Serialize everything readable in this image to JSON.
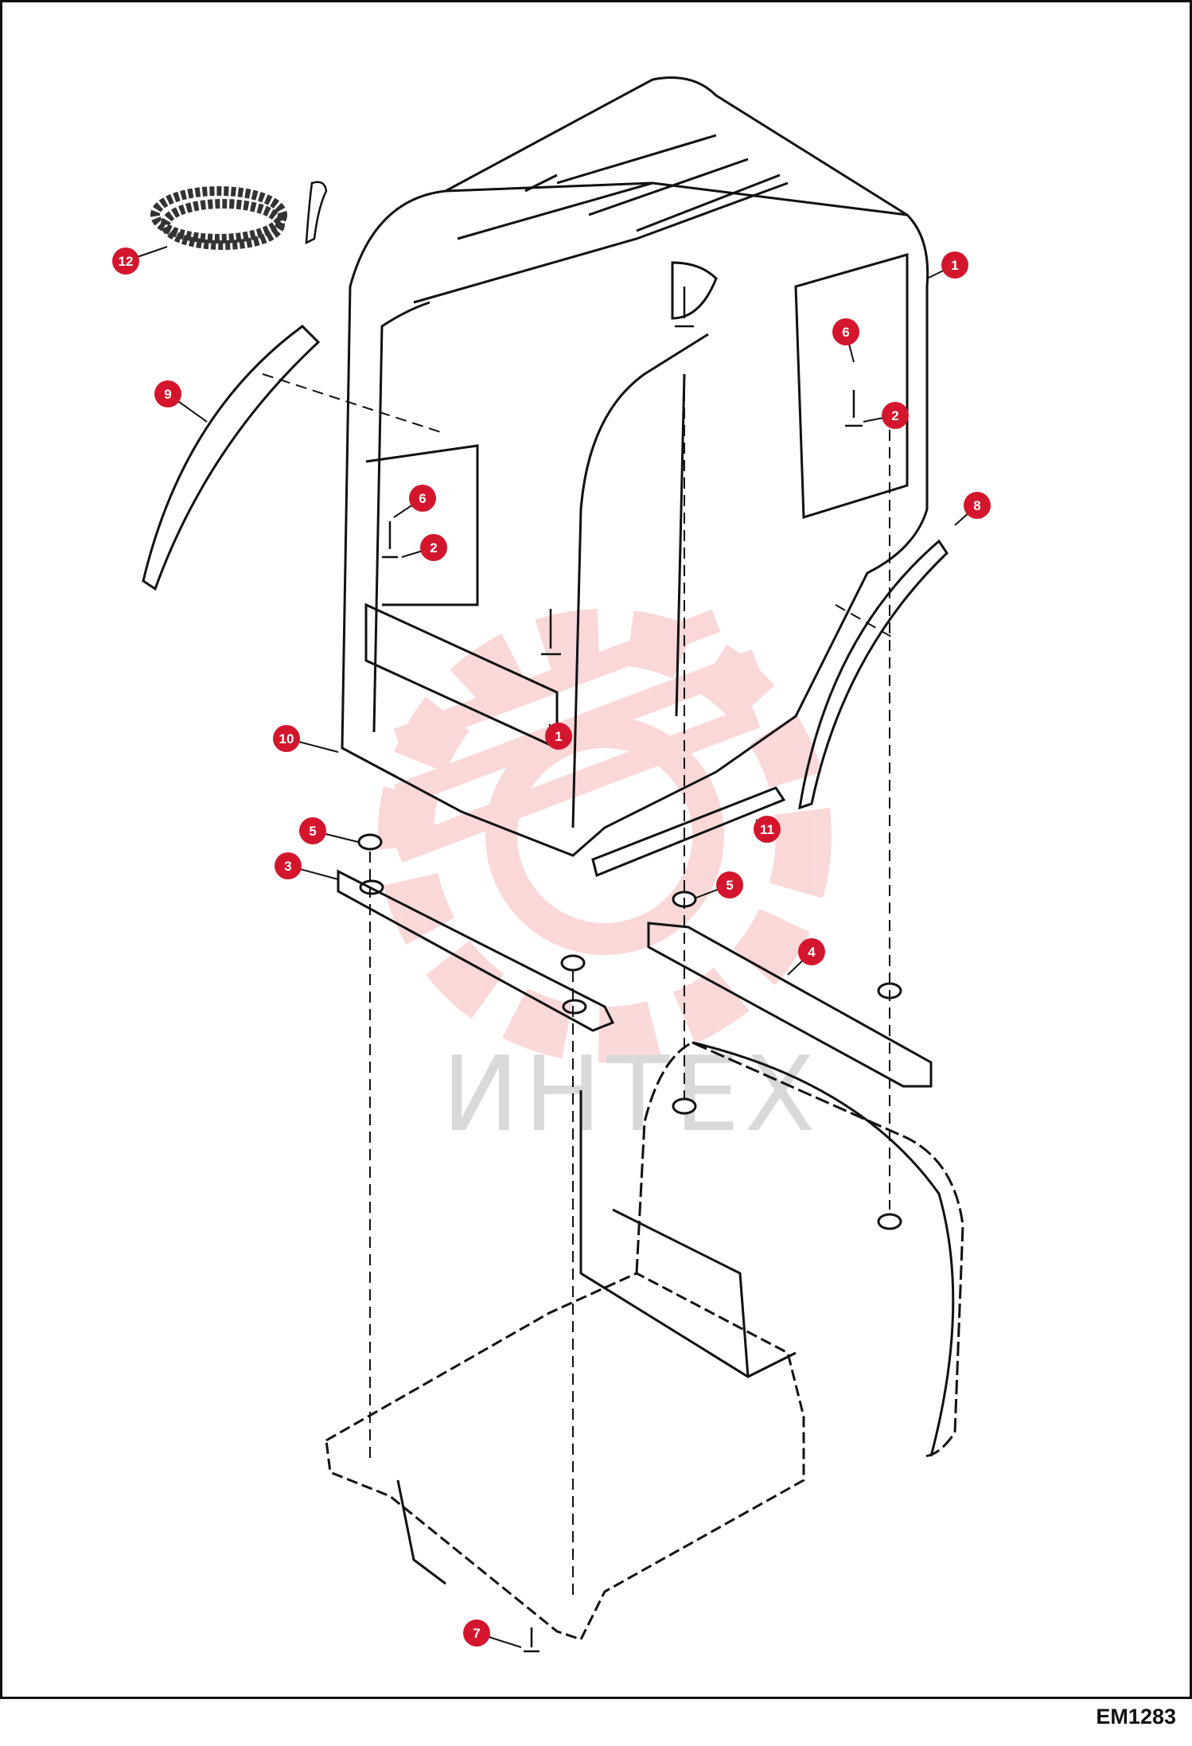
{
  "diagram_code": "EM1283",
  "watermark": {
    "text": "ИНТЕХ",
    "color": "#f6b9b9"
  },
  "callout_color": "#d3162d",
  "callouts": [
    {
      "id": "1",
      "label": "1"
    },
    {
      "id": "1b",
      "label": "1"
    },
    {
      "id": "2",
      "label": "2"
    },
    {
      "id": "2b",
      "label": "2"
    },
    {
      "id": "3",
      "label": "3"
    },
    {
      "id": "4",
      "label": "4"
    },
    {
      "id": "5",
      "label": "5"
    },
    {
      "id": "5b",
      "label": "5"
    },
    {
      "id": "6",
      "label": "6"
    },
    {
      "id": "6b",
      "label": "6"
    },
    {
      "id": "7",
      "label": "7"
    },
    {
      "id": "8",
      "label": "8"
    },
    {
      "id": "9",
      "label": "9"
    },
    {
      "id": "10",
      "label": "10"
    },
    {
      "id": "11",
      "label": "11"
    },
    {
      "id": "12",
      "label": "12"
    }
  ]
}
